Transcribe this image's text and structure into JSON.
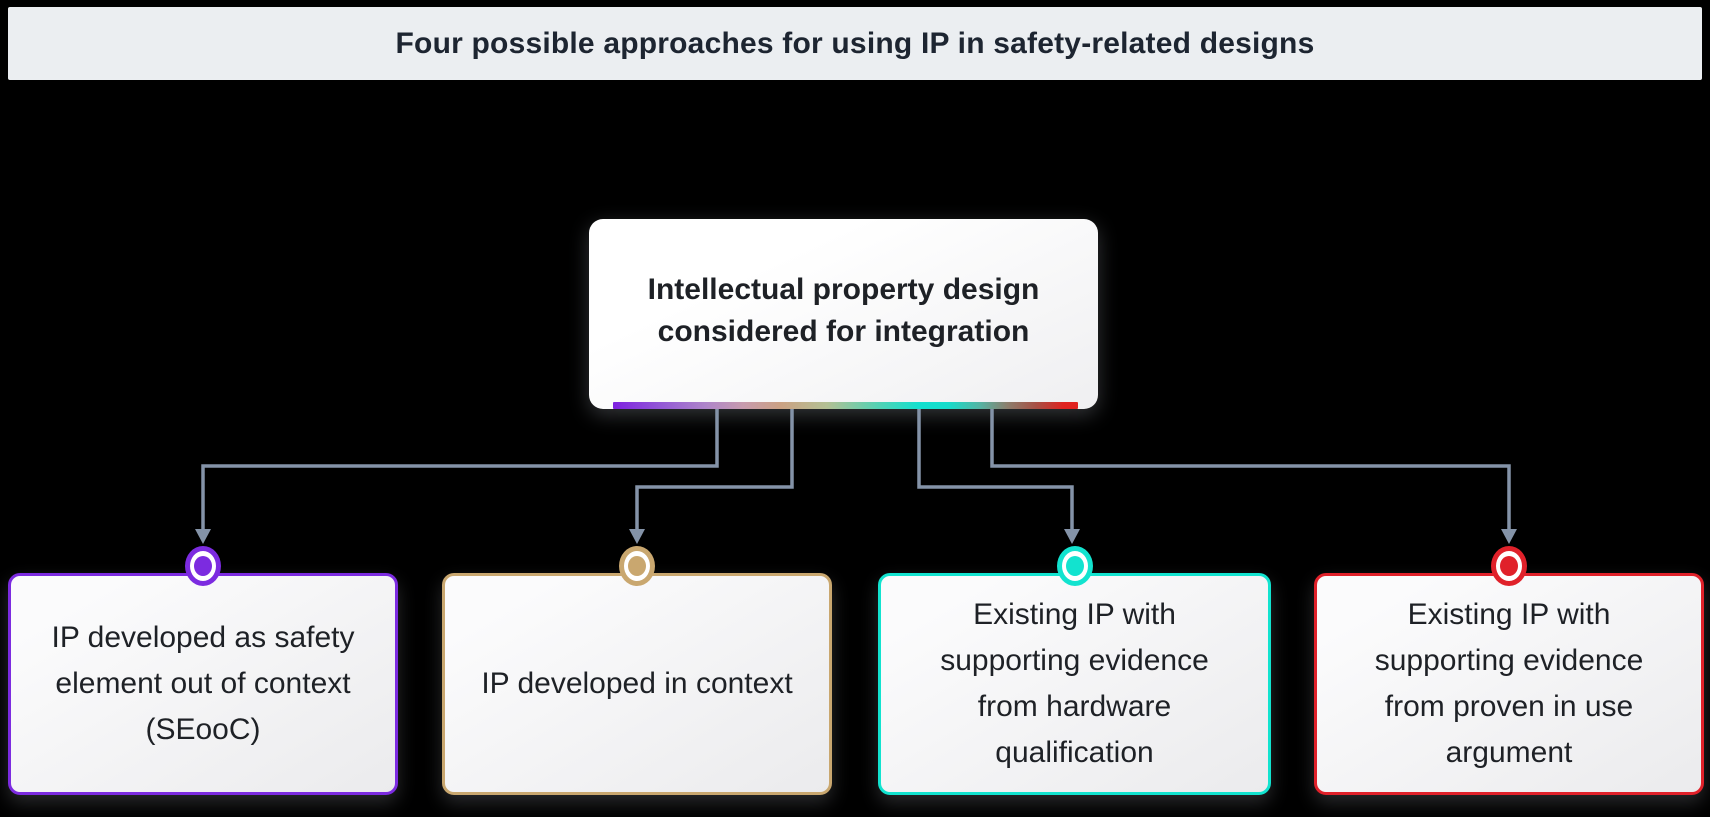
{
  "header": {
    "title": "Four possible approaches for using IP in safety-related designs"
  },
  "root": {
    "label": "Intellectual property design considered for integration",
    "lines": [
      "Intellectual property design",
      "considered for integration"
    ],
    "gradient_stops": [
      "#7e22e0 0%",
      "#9257d6 10%",
      "#ae85c9 20%",
      "#c79bae 28%",
      "#cba183 36%",
      "#b3c094 46%",
      "#53d2b4 57%",
      "#12e0cf 66%",
      "#16dccb 72%",
      "#56b3a2 79%",
      "#8d7c6b 85%",
      "#a74f44 91%",
      "#e0221f 97%"
    ]
  },
  "approaches": [
    {
      "label": "IP developed as safety element out of context (SEooC)",
      "lines": [
        "IP developed as safety",
        "element out of context",
        "(SEooC)"
      ],
      "accent": "#7c2be0"
    },
    {
      "label": "IP developed in context",
      "lines": [
        "IP developed in context"
      ],
      "accent": "#c9a76f"
    },
    {
      "label": "Existing IP with supporting evidence from hardware qualification",
      "lines": [
        "Existing IP with",
        "supporting evidence",
        "from hardware",
        "qualification"
      ],
      "accent": "#12e3cf"
    },
    {
      "label": "Existing IP with supporting evidence from proven in use argument",
      "lines": [
        "Existing IP with",
        "supporting evidence",
        "from proven in use",
        "argument"
      ],
      "accent": "#e0212a"
    }
  ],
  "colors": {
    "background": "#000000",
    "header_bg": "#ebeef1",
    "header_text": "#1d2531",
    "node_text": "#1e2126",
    "connector": "#8493a8",
    "node_bg_start": "#ffffff",
    "node_bg_end": "#efeff1",
    "child_bg_start": "#fbfbfc",
    "child_bg_end": "#ebebed"
  }
}
